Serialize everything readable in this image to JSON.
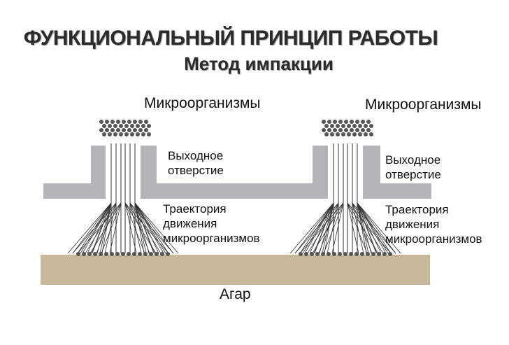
{
  "title": "ФУНКЦИОНАЛЬНЫЙ ПРИНЦИП РАБОТЫ",
  "subtitle": "Метод импакции",
  "labels": {
    "microorganisms_left": "Микроорганизмы",
    "microorganisms_right": "Микроорганизмы",
    "outlet_left_1": "Выходное",
    "outlet_left_2": "отверстие",
    "outlet_right_1": "Выходное",
    "outlet_right_2": "отверстие",
    "trajectory_left_1": "Траектория",
    "trajectory_left_2": "движения",
    "trajectory_left_3": "микроорганизмов",
    "trajectory_right_1": "Траектория",
    "trajectory_right_2": "движения",
    "trajectory_right_3": "микроорганизмов",
    "agar": "Агар"
  },
  "colors": {
    "plate": "#b4b4b8",
    "agar": "#c8b79a",
    "particle": "#555555",
    "line": "#333333"
  }
}
